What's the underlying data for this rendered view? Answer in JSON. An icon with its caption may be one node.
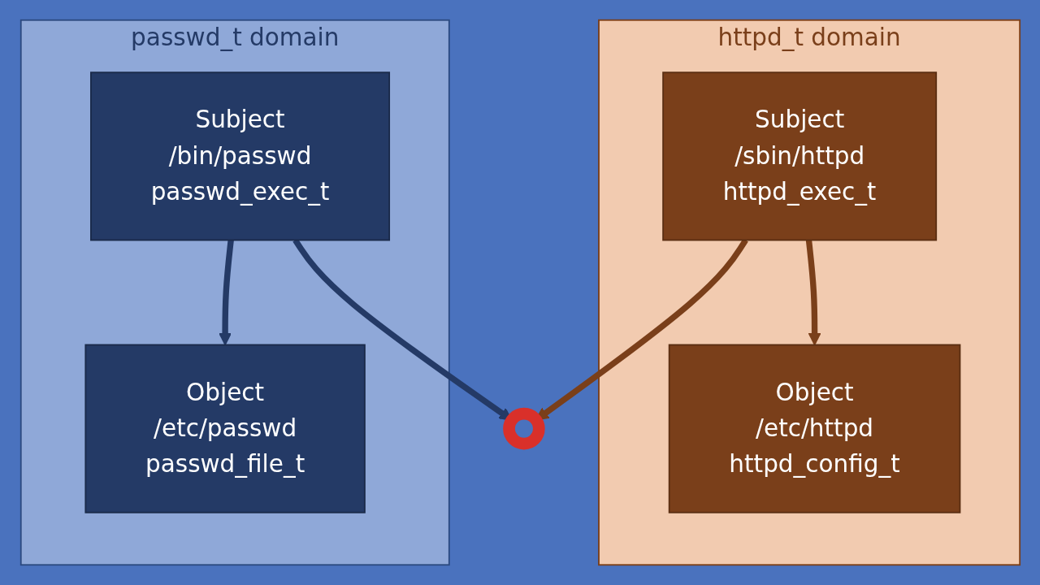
{
  "diagram": {
    "nodes": [
      {
        "text": [
          "passwd_t domain"
        ]
      },
      {
        "text": [
          "Subject",
          "/bin/passwd",
          "passwd_exec_t"
        ],
        "in": 0
      },
      {
        "text": [
          "Object",
          "/etc/passwd",
          "passwd_file_t"
        ],
        "in": 0
      },
      {
        "text": [
          "httpd_t domain"
        ]
      },
      {
        "text": [
          "Subject",
          "/sbin/httpd",
          "httpd_exec_t"
        ],
        "in": 3
      },
      {
        "text": [
          "Object",
          "/etc/httpd",
          "httpd_config_t"
        ],
        "in": 3
      },
      {
        "text": [],
        "shape": "circle"
      }
    ],
    "edges": [
      {
        "from": 1,
        "to": 2,
        "arrow": "to",
        "color": "#243a66"
      },
      {
        "from": 1,
        "to": 6,
        "arrow": "to",
        "color": "#243a66"
      },
      {
        "from": 4,
        "to": 5,
        "arrow": "to",
        "color": "#7a3f1a"
      },
      {
        "from": 4,
        "to": 6,
        "arrow": "to",
        "color": "#7a3f1a"
      }
    ]
  }
}
